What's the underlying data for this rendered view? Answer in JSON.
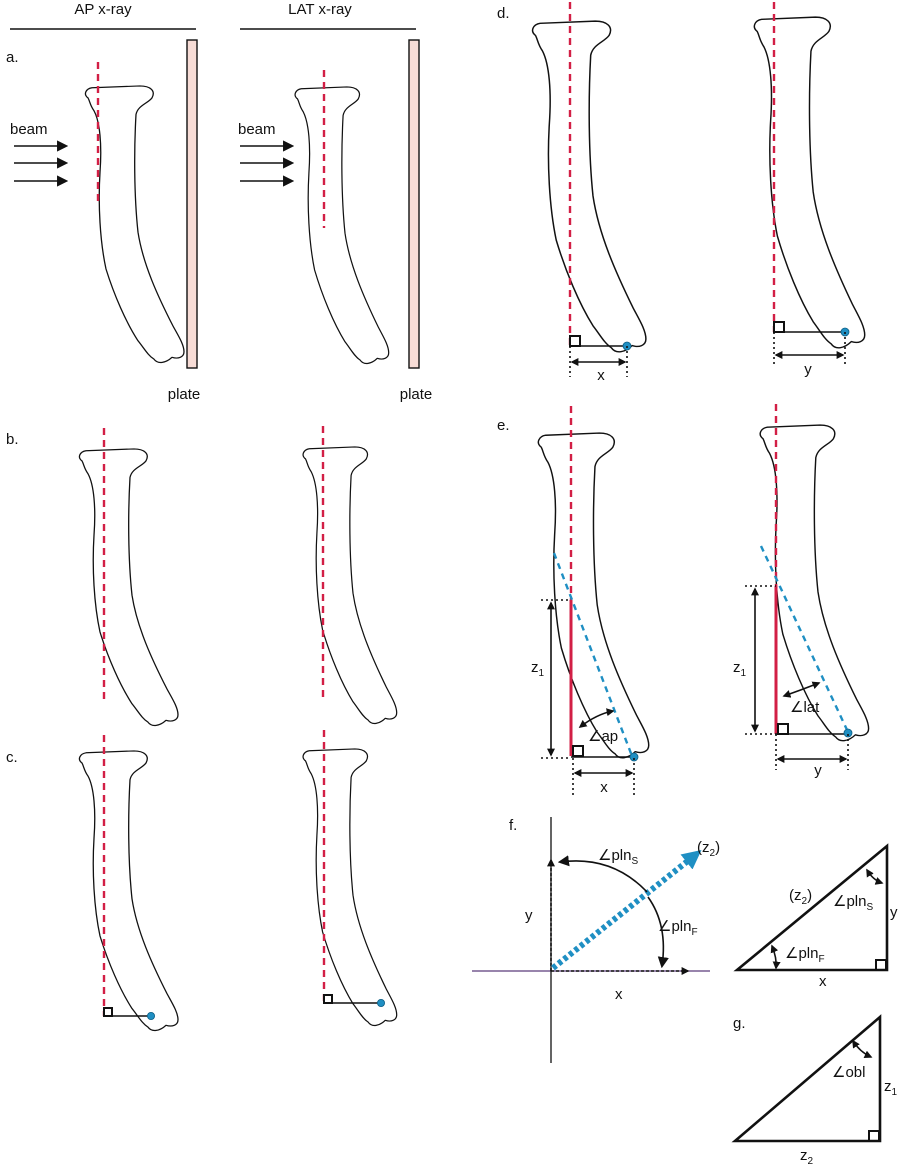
{
  "panels": {
    "a": "a.",
    "b": "b.",
    "c": "c.",
    "d": "d.",
    "e": "e.",
    "f": "f.",
    "g": "g."
  },
  "headers": {
    "ap": "AP x-ray",
    "lat": "LAT x-ray"
  },
  "labels": {
    "beam": "beam",
    "plate": "plate",
    "x": "x",
    "y": "y",
    "z": "z",
    "sub1": "1",
    "sub2": "2",
    "sub_s": "S",
    "sub_f": "F",
    "angle_ap": "∠ap",
    "angle_lat": "∠lat",
    "angle_pln": "∠pln",
    "angle_obl": "∠obl",
    "z2_paren_open": "(z",
    "z2_paren_close": ")"
  },
  "colors": {
    "axis_red": "#d21f45",
    "vector_blue": "#1f8fc3",
    "plate_fill": "#f7dcd6"
  },
  "icons": [
    "beam-arrow-icon",
    "right-angle-icon",
    "landmark-dot-icon",
    "rotation-arrow-icon"
  ]
}
